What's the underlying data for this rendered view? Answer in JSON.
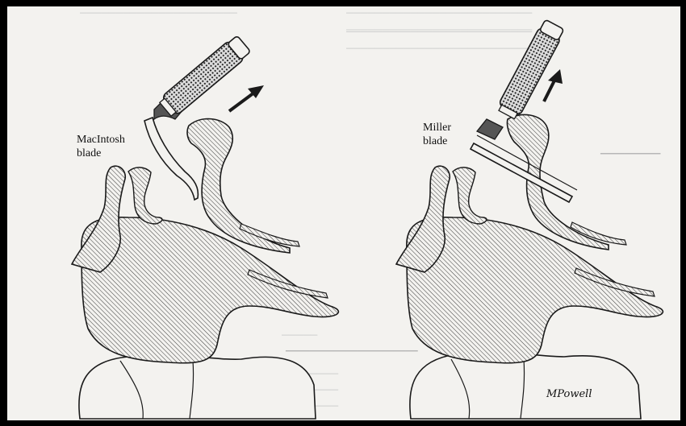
{
  "figure": {
    "left_panel": {
      "blade_label_line1": "MacIntosh",
      "blade_label_line2": "blade"
    },
    "right_panel": {
      "blade_label_line1": "Miller",
      "blade_label_line2": "blade"
    },
    "signature": "MPowell"
  },
  "colors": {
    "ink": "#1a1a1a",
    "paper": "#f3f2ef",
    "border": "#000000",
    "bleed_text": "#c9c9c9"
  }
}
